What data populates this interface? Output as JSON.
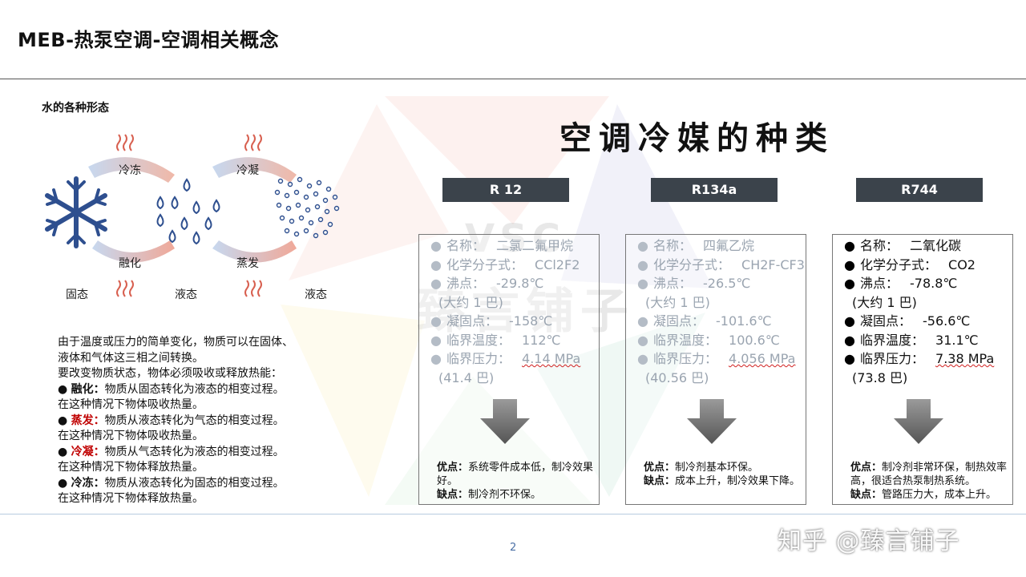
{
  "title": "MEB-热泵空调-空调相关概念",
  "water": {
    "heading": "水的各种形态",
    "labels": {
      "freeze": "冷冻",
      "melt": "融化",
      "condense": "冷凝",
      "evaporate": "蒸发",
      "solid": "固态",
      "liquid": "液态",
      "gas": "液态"
    },
    "explain": {
      "line1": "由于温度或压力的简单变化，物质可以在固体、",
      "line2": "液体和气体这三相之间转换。",
      "line3": "要改变物质状态，物体必须吸收或释放热能：",
      "bullet": "●",
      "melt_term": "融化：",
      "melt_desc": "物质从固态转化为液态的相变过程。",
      "melt_note": "在这种情况下物体吸收热量。",
      "evap_term": "蒸发：",
      "evap_desc": "物质从液态转化为气态的相变过程。",
      "evap_note": "在这种情况下物体吸收热量。",
      "cond_term": "冷凝：",
      "cond_desc": "物质从气态转化为液态的相变过程。",
      "cond_note": "在这种情况下物体释放热量。",
      "freeze_term": "冷冻：",
      "freeze_desc": "物质从液态转化为固态的相变过程。",
      "freeze_note": "在这种情况下物体释放热量。"
    }
  },
  "refrigerants": {
    "heading": "空调冷媒的种类",
    "items": [
      {
        "name": "R 12",
        "name_label": "名称：",
        "name_value": "二氯二氟甲烷",
        "formula_label": "化学分子式：",
        "formula_value": "CCl2F2",
        "boil_label": "沸点：",
        "boil_value": "-29.8℃",
        "boil_note": "(大约 1 巴)",
        "freeze_label": "凝固点：",
        "freeze_value": "-158℃",
        "critical_temp_label": "临界温度：",
        "critical_temp_value": "112℃",
        "critical_press_label": "临界压力：",
        "critical_press_value": "4.14 MPa",
        "critical_press_note": "(41.4 巴)",
        "pros_label": "优点：",
        "pros_text": "系统零件成本低，制冷效果好。",
        "cons_label": "缺点：",
        "cons_text": "制冷剂不环保。"
      },
      {
        "name": "R134a",
        "name_label": "名称：",
        "name_value": "四氟乙烷",
        "formula_label": "化学分子式：",
        "formula_value": "CH2F-CF3",
        "boil_label": "沸点：",
        "boil_value": "-26.5℃",
        "boil_note": "(大约 1 巴)",
        "freeze_label": "凝固点：",
        "freeze_value": "-101.6℃",
        "critical_temp_label": "临界温度：",
        "critical_temp_value": "100.6℃",
        "critical_press_label": "临界压力：",
        "critical_press_value": "4.056 MPa",
        "critical_press_note": "(40.56 巴)",
        "pros_label": "优点：",
        "pros_text": "制冷剂基本环保。",
        "cons_label": "缺点：",
        "cons_text": "成本上升，制冷效果下降。"
      },
      {
        "name": "R744",
        "name_label": "名称：",
        "name_value": "二氧化碳",
        "formula_label": "化学分子式：",
        "formula_value": "CO2",
        "boil_label": "沸点：",
        "boil_value": "-78.8℃",
        "boil_note": "(大约 1 巴)",
        "freeze_label": "凝固点：",
        "freeze_value": "-56.6℃",
        "critical_temp_label": "临界温度：",
        "critical_temp_value": "31.1℃",
        "critical_press_label": "临界压力：",
        "critical_press_value": "7.38 MPa",
        "critical_press_note": "(73.8 巴)",
        "pros_label": "优点：",
        "pros_text": "制冷剂非常环保，制热效率高，很适合热泵制热系统。",
        "cons_label": "缺点：",
        "cons_text": "管路压力大，成本上升。"
      }
    ]
  },
  "watermarks": {
    "center": "臻言铺子",
    "center_logo": "VSC",
    "bottom": "知乎 @臻言铺子"
  },
  "page_number": "2",
  "colors": {
    "header_fill": "#3b434b",
    "faded_text": "#9aa4b0",
    "red_term": "#c00000",
    "arrow": "#707070"
  }
}
